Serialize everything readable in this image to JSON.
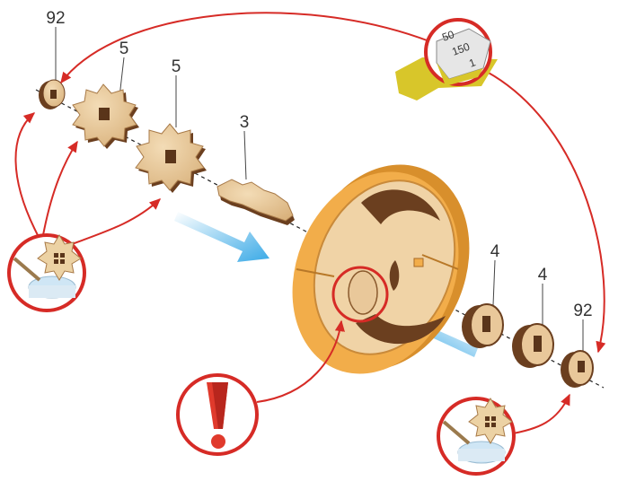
{
  "labels": {
    "part_top_left": "92",
    "gear_a": "5",
    "gear_b": "5",
    "bar": "3",
    "bushing_a": "4",
    "bushing_b": "4",
    "part_bottom_right": "92"
  },
  "sandpaper_marks": [
    "50",
    "150",
    "1"
  ],
  "colors": {
    "arrow_red": "#d62b26",
    "motion_blue": "#39a9e6",
    "wood_light": "#e9c89a",
    "wood_dark": "#6b3f1f",
    "rim_orange": "#f2ad4a",
    "sandpaper": "#d8c62a"
  },
  "icons": [
    "sandpaper-icon",
    "glue-icon",
    "glue-icon",
    "warning-icon"
  ]
}
